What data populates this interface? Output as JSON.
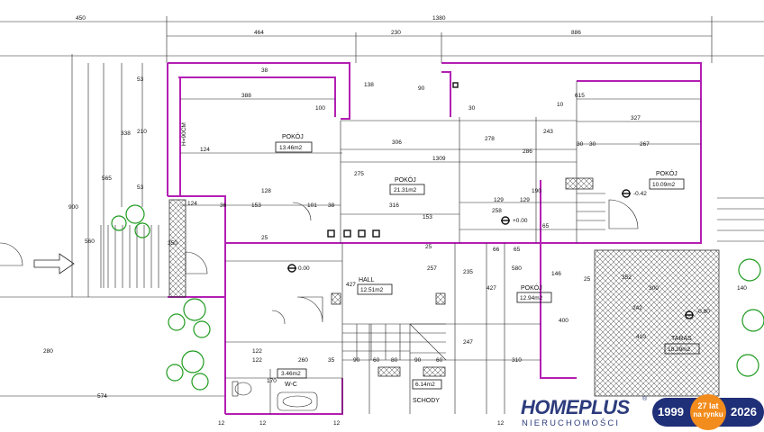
{
  "rooms": [
    {
      "label": "POKÓJ",
      "area": "13.46m2"
    },
    {
      "label": "POKÓJ",
      "area": "21.31m2"
    },
    {
      "label": "POKÓJ",
      "area": "10.09m2"
    },
    {
      "label": "HALL",
      "area": "12.51m2"
    },
    {
      "label": "POKÓJ",
      "area": "12.94m2"
    },
    {
      "label": "W-C",
      "area": "3.46m2"
    },
    {
      "label": "SCHODY",
      "area": "6.14m2"
    },
    {
      "label": "TARAS",
      "area": "18.39m2"
    }
  ],
  "levels": [
    "-0.42",
    "+0.00",
    "0.00",
    "-0.80"
  ],
  "dimensions": {
    "top": [
      "450",
      "1380",
      "464",
      "230",
      "886"
    ],
    "row1": [
      "388",
      "306",
      "615",
      "327",
      "267",
      "1309"
    ],
    "small": [
      "38",
      "138",
      "90",
      "100",
      "30",
      "10",
      "30",
      "30",
      "278",
      "243",
      "286",
      "275",
      "129",
      "129",
      "190",
      "258",
      "65",
      "66",
      "65",
      "316",
      "153",
      "153",
      "101",
      "124",
      "124",
      "36",
      "38",
      "25",
      "128",
      "210",
      "53",
      "53",
      "338",
      "565",
      "900",
      "560",
      "350",
      "25",
      "235",
      "257",
      "427",
      "427",
      "247",
      "580",
      "146",
      "400",
      "352",
      "300",
      "410",
      "140",
      "242",
      "25",
      "122",
      "122",
      "260",
      "35",
      "90",
      "60",
      "80",
      "90",
      "60",
      "310",
      "170",
      "574",
      "280",
      "12",
      "12",
      "12",
      "12"
    ]
  },
  "labels": {
    "hinge_note": "H=90CM"
  },
  "logo": {
    "brand": "HOMEPLUS",
    "reg": "®",
    "sub": "NIERUCHOMOŚCI"
  },
  "badge": {
    "year_start": "1999",
    "years": "27 lat",
    "years_sub": "na rynku",
    "year_end": "2026"
  }
}
